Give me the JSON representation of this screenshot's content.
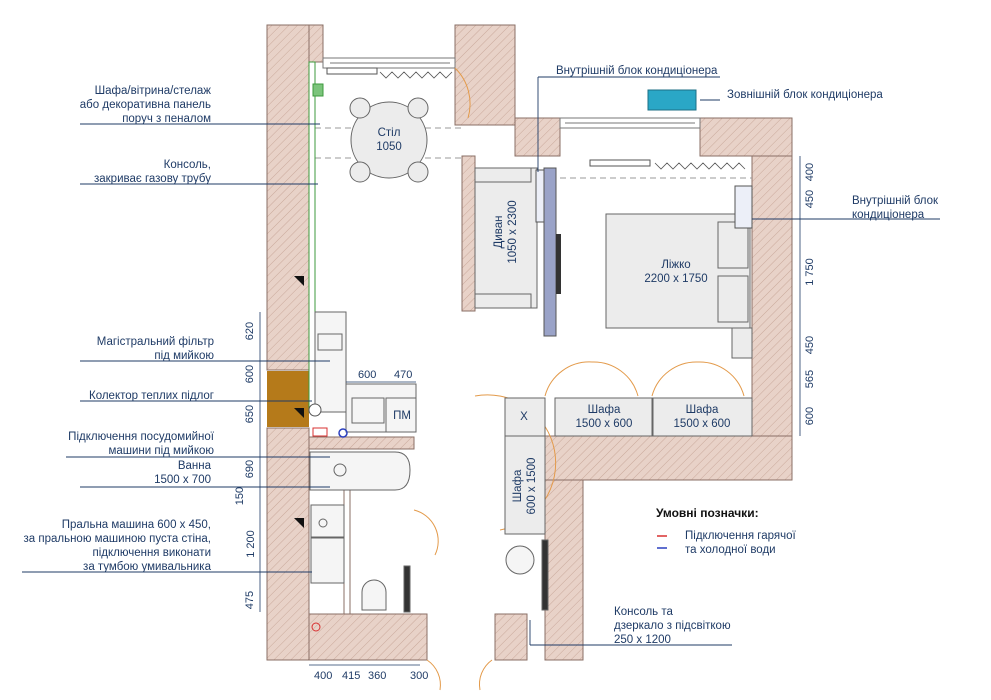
{
  "callouts": {
    "cabinet": [
      "Шафа/вітрина/стелаж",
      "або декоративна панель",
      "поруч з пеналом"
    ],
    "console_gas": [
      "Консоль,",
      "закриває газову трубу"
    ],
    "filter": [
      "Магістральний фільтр",
      "під мийкою"
    ],
    "collector": [
      "Колектор теплих підлог"
    ],
    "dishwasher": [
      "Підключення посудомийної",
      "машини під мийкою"
    ],
    "bath": [
      "Ванна",
      "1500 х 700"
    ],
    "washer": [
      "Пральна машина 600 х 450,",
      "за пральною машиною пуста стіна,",
      "підключення виконати",
      "за тумбою умивальника"
    ],
    "ac_indoor_top": [
      "Внутрішній блок кондиціонера"
    ],
    "ac_outdoor": [
      "Зовнішній блок кондиціонера"
    ],
    "ac_indoor_right": [
      "Внутрішній блок",
      "кондиціонера"
    ],
    "console_mirror": [
      "Консоль та",
      "дзеркало з підсвіткою",
      "250 х 1200"
    ]
  },
  "furniture": {
    "table": [
      "Стіл",
      "1050"
    ],
    "sofa": [
      "Диван",
      "1050 х 2300"
    ],
    "bed": [
      "Ліжко",
      "2200 х 1750"
    ],
    "wardrobe1": [
      "Шафа",
      "1500 х 600"
    ],
    "wardrobe2": [
      "Шафа",
      "1500 х 600"
    ],
    "wardrobe3": [
      "Шафа",
      "600 х 1500"
    ],
    "pm": "ПМ",
    "x": "Х"
  },
  "dims": {
    "left": [
      "620",
      "600",
      "650",
      "690",
      "150",
      "1 200",
      "475"
    ],
    "right": [
      "400",
      "450",
      "1 750",
      "450",
      "565",
      "600"
    ],
    "bottom": [
      "400",
      "415",
      "360",
      "300"
    ],
    "kitchen": [
      "600",
      "470"
    ]
  },
  "legend": {
    "title": "Умовні позначки:",
    "items": [
      "Підключення гарячої",
      "та холодної води"
    ],
    "hot_color": "#d83030",
    "cold_color": "#2a3fbf"
  },
  "colors": {
    "wall_fill": "#e8d2c8",
    "collector_fill": "#b57a1a",
    "ac_outdoor_fill": "#2aa7c6",
    "door_arc": "#e39a4a",
    "furniture_fill": "#ececec",
    "text": "#1f3b66"
  }
}
